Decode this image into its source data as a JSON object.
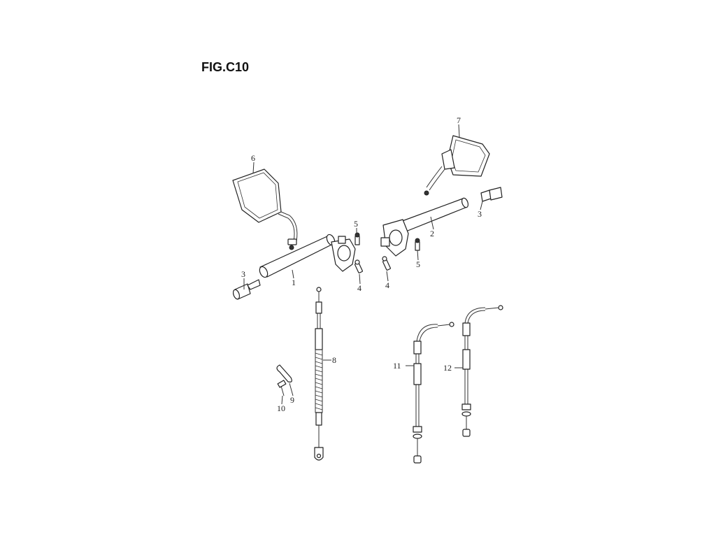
{
  "figure": {
    "title": "FIG.C10",
    "ink_color": "#222222",
    "background": "#ffffff"
  },
  "parts": [
    {
      "id": "p1",
      "number": "1"
    },
    {
      "id": "p2",
      "number": "2"
    },
    {
      "id": "p3a",
      "number": "3"
    },
    {
      "id": "p3b",
      "number": "3"
    },
    {
      "id": "p4a",
      "number": "4"
    },
    {
      "id": "p4b",
      "number": "4"
    },
    {
      "id": "p5a",
      "number": "5"
    },
    {
      "id": "p5b",
      "number": "5"
    },
    {
      "id": "p6",
      "number": "6"
    },
    {
      "id": "p7",
      "number": "7"
    },
    {
      "id": "p8",
      "number": "8"
    },
    {
      "id": "p9",
      "number": "9"
    },
    {
      "id": "p10",
      "number": "10"
    },
    {
      "id": "p11",
      "number": "11"
    },
    {
      "id": "p12",
      "number": "12"
    }
  ]
}
